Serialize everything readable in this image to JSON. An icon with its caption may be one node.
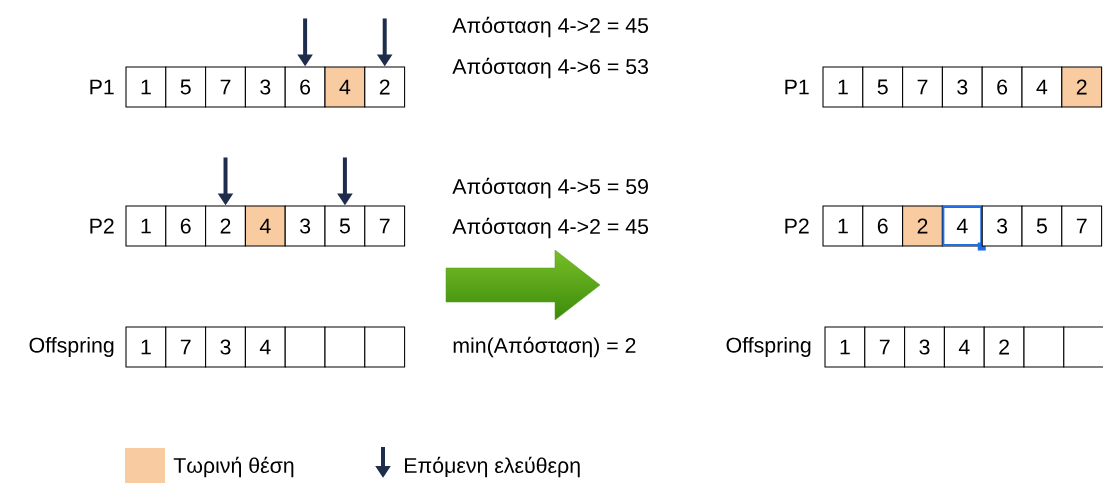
{
  "diagram": {
    "nodes": [
      {
        "text": [
          "1"
        ]
      },
      {
        "text": [
          "5"
        ]
      },
      {
        "text": [
          "7"
        ]
      },
      {
        "text": [
          "3"
        ]
      },
      {
        "text": [
          "6"
        ]
      },
      {
        "text": [
          "4"
        ]
      },
      {
        "text": [
          "2"
        ]
      },
      {
        "text": [
          "1"
        ]
      },
      {
        "text": [
          "5"
        ]
      },
      {
        "text": [
          "7"
        ]
      },
      {
        "text": [
          "3"
        ]
      },
      {
        "text": [
          "6"
        ]
      },
      {
        "text": [
          "4"
        ]
      },
      {
        "text": [
          "2"
        ]
      },
      {
        "text": [
          "1"
        ]
      },
      {
        "text": [
          "6"
        ]
      },
      {
        "text": [
          "2"
        ]
      },
      {
        "text": [
          "4"
        ]
      },
      {
        "text": [
          "3"
        ]
      },
      {
        "text": [
          "5"
        ]
      },
      {
        "text": [
          "7"
        ]
      },
      {
        "text": [
          "1"
        ]
      },
      {
        "text": [
          "6"
        ]
      },
      {
        "text": [
          "2"
        ]
      },
      {
        "text": [
          "4"
        ]
      },
      {
        "text": [
          "3"
        ]
      },
      {
        "text": [
          "5"
        ]
      },
      {
        "text": [
          "7"
        ]
      },
      {
        "text": [
          "1"
        ]
      },
      {
        "text": [
          "7"
        ]
      },
      {
        "text": [
          "3"
        ]
      },
      {
        "text": [
          "4"
        ]
      },
      {
        "text": [],
        "shape": "box"
      },
      {
        "text": [],
        "shape": "box"
      },
      {
        "text": [],
        "shape": "box"
      },
      {
        "text": [
          "1"
        ]
      },
      {
        "text": [
          "7"
        ]
      },
      {
        "text": [
          "3"
        ]
      },
      {
        "text": [
          "4"
        ]
      },
      {
        "text": [
          "2"
        ]
      },
      {
        "text": [],
        "shape": "box"
      },
      {
        "text": [],
        "shape": "box"
      }
    ],
    "edges": [
      {
        "from": null,
        "to": 4,
        "arrow": "to"
      },
      {
        "from": null,
        "to": 6,
        "arrow": "to"
      },
      {
        "from": null,
        "to": 16,
        "arrow": "to"
      },
      {
        "from": null,
        "to": 19,
        "arrow": "to"
      }
    ],
    "labels": [
      "Απόσταση 4->2 = 45",
      "P1",
      "Απόσταση 4->6 = 53",
      "P1",
      "Απόσταση 4->5 = 59",
      "P2",
      "Απόσταση 4->2 = 45",
      "P2",
      "Offspring",
      "min(Απόσταση) = 2",
      "Offspring"
    ],
    "legend": [
      {
        "text": "Τωρινή θέση",
        "color": "#f8cba0"
      },
      {
        "text": "Επόμενη ελεύθερη"
      }
    ]
  }
}
